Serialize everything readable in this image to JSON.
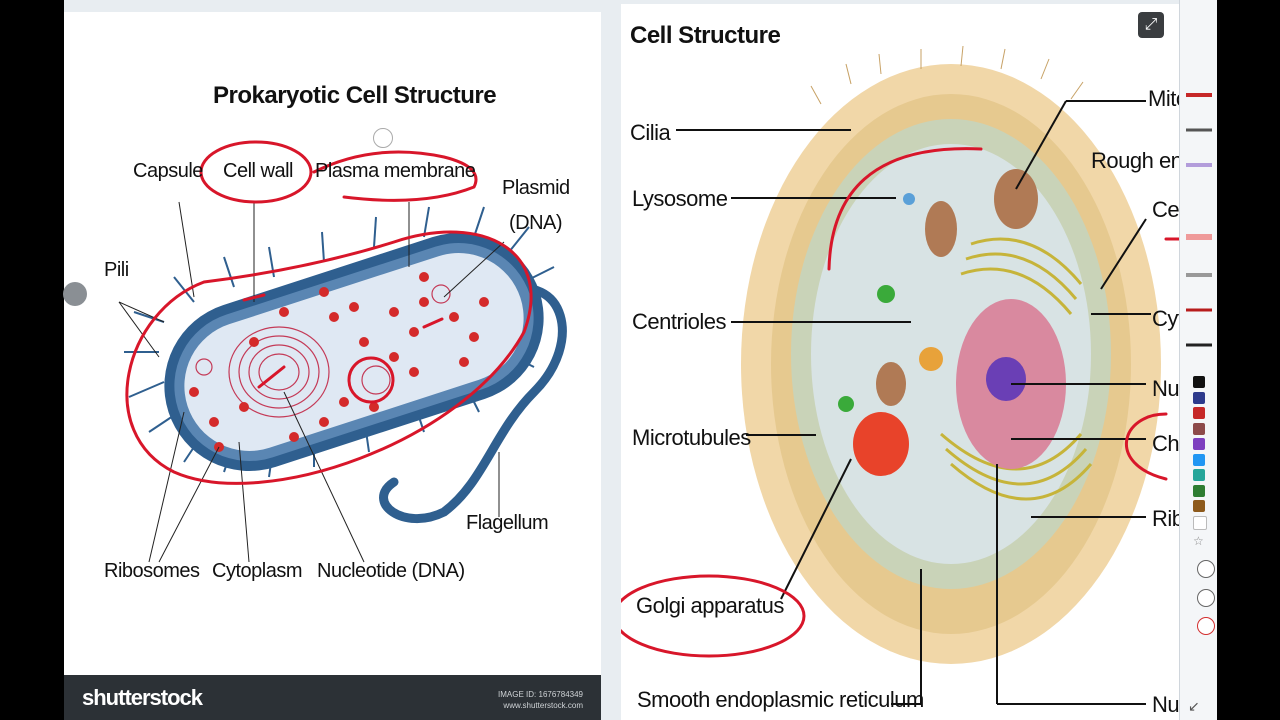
{
  "left": {
    "title": "Prokaryotic Cell Structure",
    "labels": {
      "capsule": "Capsule",
      "cell_wall": "Cell wall",
      "plasma_membrane": "Plasma membrane",
      "plasmid": "Plasmid",
      "plasmid_dna": "(DNA)",
      "pili": "Pili",
      "ribosomes": "Ribosomes",
      "cytoplasm": "Cytoplasm",
      "nucleotide": "Nucleotide (DNA)",
      "flagellum": "Flagellum"
    },
    "footer": {
      "brand": "shutterstock",
      "image_id": "IMAGE ID: 1676784349",
      "site": "www.shutterstock.com"
    }
  },
  "right": {
    "title": "Cell Structure",
    "labels": {
      "cilia": "Cilia",
      "lysosome": "Lysosome",
      "centrioles": "Centrioles",
      "microtubules": "Microtubules",
      "golgi": "Golgi apparatus",
      "smooth_er": "Smooth endoplasmic reticulum",
      "mito": "Mito",
      "rough_er": "Rough end",
      "cel": "Cel",
      "cyt": "Cyt",
      "nu": "Nu",
      "ch": "Ch",
      "rib": "Rib",
      "nu2": "Nu"
    }
  },
  "toolbar": {
    "colors": [
      "#111111",
      "#2d3a8c",
      "#c62828",
      "#8d4a4a",
      "#7e3fbf",
      "#2196f3",
      "#26a69a",
      "#2e7d32",
      "#8d5a1c",
      "#ffffff"
    ]
  }
}
